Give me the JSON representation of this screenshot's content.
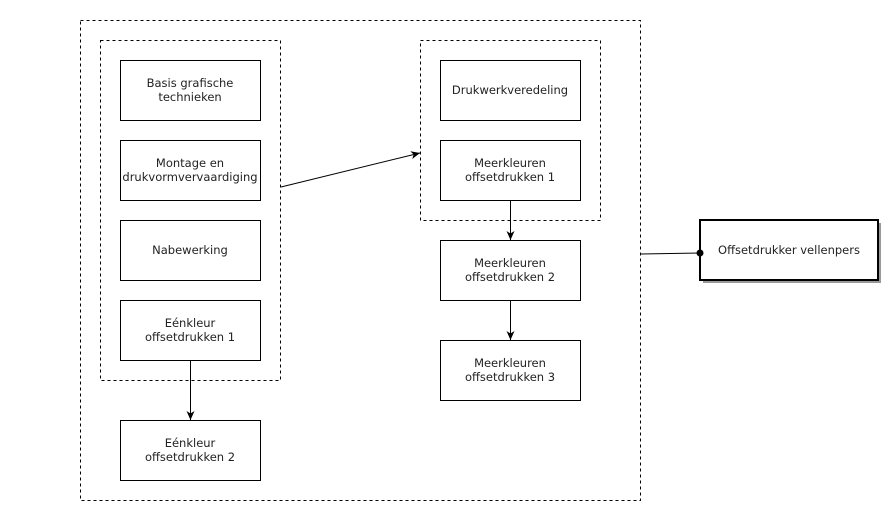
{
  "nodes": {
    "basis": [
      "Basis grafische",
      "technieken"
    ],
    "montage": [
      "Montage en",
      "drukvormvervaardiging"
    ],
    "nabewerking": [
      "Nabewerking"
    ],
    "eenkleur1": [
      "Eénkleur",
      "offsetdrukken 1"
    ],
    "eenkleur2": [
      "Eénkleur",
      "offsetdrukken 2"
    ],
    "veredeling": [
      "Drukwerkveredeling"
    ],
    "meerkleuren1": [
      "Meerkleuren",
      "offsetdrukken 1"
    ],
    "meerkleuren2": [
      "Meerkleuren",
      "offsetdrukken 2"
    ],
    "meerkleuren3": [
      "Meerkleuren",
      "offsetdrukken 3"
    ],
    "target": [
      "Offsetdrukker vellenpers"
    ]
  },
  "colors": {
    "stroke": "#000000",
    "text": "#222222",
    "shadow": "#999999"
  }
}
